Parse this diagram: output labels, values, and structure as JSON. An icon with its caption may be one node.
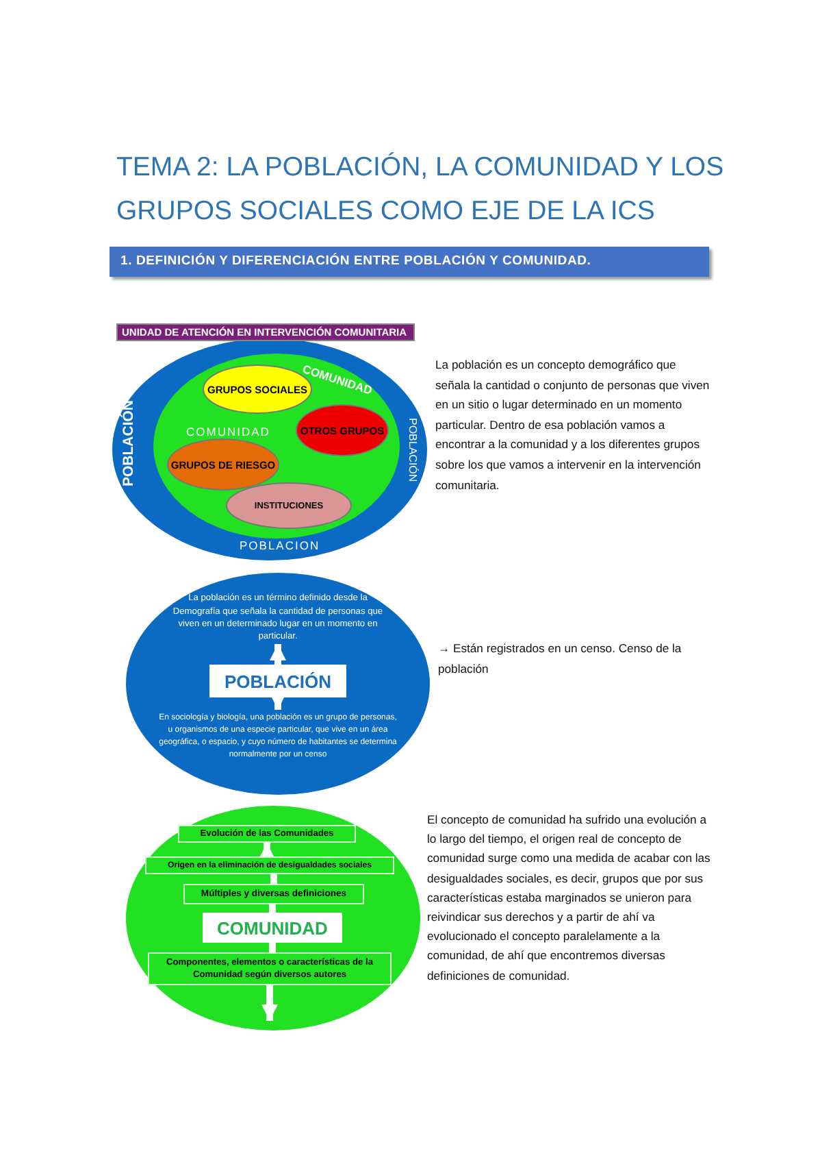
{
  "diagram": {
    "title": "TEMA 2: LA POBLACIÓN, LA COMUNIDAD Y LOS GRUPOS SOCIALES COMO EJE DE LA ICS",
    "nodes": [
      {
        "text": [
          "POBLACIÓN",
          "POBLACIÓN",
          "POBLACION"
        ]
      },
      {
        "text": [
          "COMUNIDAD",
          "COMUNIDAD"
        ],
        "in": 0
      },
      {
        "text": [
          "GRUPOS SOCIALES"
        ],
        "in": 1
      },
      {
        "text": [
          "OTROS GRUPOS"
        ],
        "in": 1
      },
      {
        "text": [
          "GRUPOS DE RIESGO"
        ],
        "in": 1
      },
      {
        "text": [
          "INSTITUCIONES"
        ],
        "in": 1
      },
      {
        "text": [],
        "shape": "ellipse"
      },
      {
        "text": [
          "La población es un término definido desde la Demografía que señala la cantidad de personas que viven en un determinado lugar en un momento en particular."
        ],
        "in": 6
      },
      {
        "text": [
          "POBLACIÓN"
        ],
        "in": 6
      },
      {
        "text": [
          "En sociología y biología, una población es un grupo de personas, u organismos de una especie particular, que vive en un área geográfica, o espacio, y cuyo número de habitantes se determina normalmente por un censo"
        ],
        "in": 6
      },
      {
        "text": [],
        "shape": "ellipse"
      },
      {
        "text": [
          "Evolución de las Comunidades"
        ],
        "in": 10
      },
      {
        "text": [
          "Origen en la eliminación de desigualdades sociales"
        ],
        "in": 10
      },
      {
        "text": [
          "Múltiples y diversas definiciones"
        ],
        "in": 10
      },
      {
        "text": [
          "COMUNIDAD"
        ],
        "in": 10
      },
      {
        "text": [
          "Componentes, elementos o características de la Comunidad según diversos autores"
        ],
        "in": 10
      }
    ],
    "edges": [
      {
        "from": 8,
        "to": 7,
        "arrow": "to"
      },
      {
        "from": 8,
        "to": 9,
        "arrow": "to"
      },
      {
        "from": 14,
        "to": 13,
        "arrow": "none"
      },
      {
        "from": 13,
        "to": 12,
        "arrow": "none"
      },
      {
        "from": 12,
        "to": 11,
        "arrow": "to"
      },
      {
        "from": 14,
        "to": 15,
        "arrow": "none"
      },
      {
        "from": 15,
        "to": null,
        "arrow": "to"
      }
    ],
    "labels": [
      "1. DEFINICIÓN Y DIFERENCIACIÓN ENTRE POBLACIÓN Y COMUNIDAD.",
      "UNIDAD DE ATENCIÓN EN INTERVENCIÓN COMUNITARIA",
      "La población es un concepto demográfico que señala la cantidad o conjunto de personas que viven en un sitio o lugar determinado en un momento particular. Dentro de esa población vamos a encontrar a la comunidad y a los diferentes grupos sobre los que vamos a intervenir en la intervención comunitaria.",
      "→ Están registrados en un censo. Censo de la población",
      "El concepto de comunidad ha sufrido una evolución a lo largo del tiempo, el origen real de concepto de comunidad surge como una medida de acabar con las desigualdades sociales, es decir, grupos que por sus características estaba marginados se unieron para reivindicar sus derechos y a partir de ahí va evolucionado el concepto paralelamente a la comunidad, de ahí que encontremos diversas definiciones de comunidad."
    ]
  }
}
